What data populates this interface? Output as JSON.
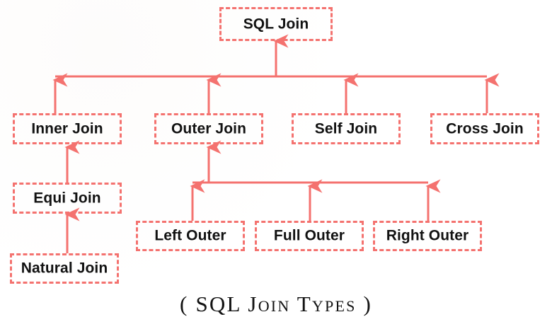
{
  "diagram": {
    "title": "SQL Join",
    "caption": "( SQL Join Types )",
    "accent_color": "#f4726f",
    "text_color": "#121212",
    "background_color": "#ffffff",
    "nodes": {
      "root": "SQL Join",
      "inner_join": "Inner Join",
      "outer_join": "Outer Join",
      "self_join": "Self Join",
      "cross_join": "Cross Join",
      "equi_join": "Equi Join",
      "natural_join": "Natural Join",
      "left_outer": "Left Outer",
      "full_outer": "Full Outer",
      "right_outer": "Right Outer"
    },
    "levels": [
      {
        "level": 1,
        "labels": [
          "SQL Join"
        ]
      },
      {
        "level": 2,
        "labels": [
          "Inner Join",
          "Outer Join",
          "Self Join",
          "Cross Join"
        ]
      },
      {
        "level": 3,
        "labels": [
          "Equi Join",
          "Left Outer",
          "Full Outer",
          "Right Outer"
        ]
      },
      {
        "level": 4,
        "labels": [
          "Natural Join"
        ]
      }
    ],
    "edges": [
      {
        "from": "Inner Join",
        "to": "SQL Join"
      },
      {
        "from": "Outer Join",
        "to": "SQL Join"
      },
      {
        "from": "Self Join",
        "to": "SQL Join"
      },
      {
        "from": "Cross Join",
        "to": "SQL Join"
      },
      {
        "from": "Equi Join",
        "to": "Inner Join"
      },
      {
        "from": "Natural Join",
        "to": "Equi Join"
      },
      {
        "from": "Left Outer",
        "to": "Outer Join"
      },
      {
        "from": "Full Outer",
        "to": "Outer Join"
      },
      {
        "from": "Right Outer",
        "to": "Outer Join"
      }
    ]
  }
}
